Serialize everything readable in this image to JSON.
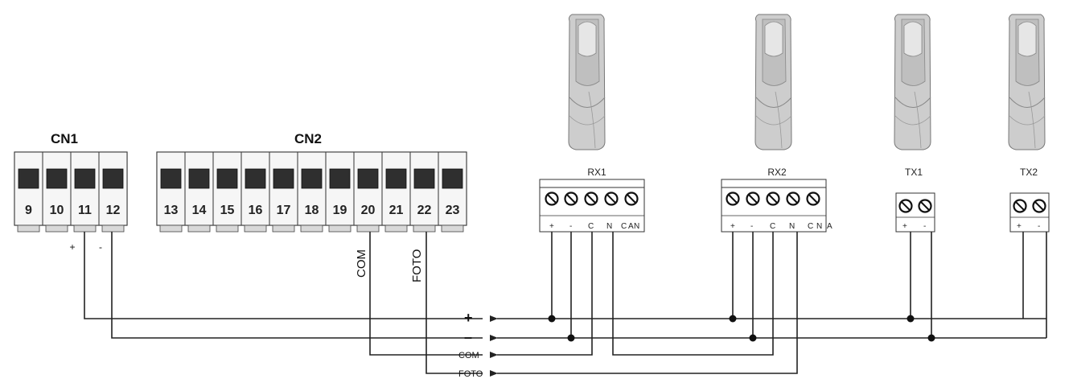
{
  "connectors": {
    "cn1": {
      "label": "CN1",
      "terminals": [
        "9",
        "10",
        "11",
        "12"
      ]
    },
    "cn2": {
      "label": "CN2",
      "terminals": [
        "13",
        "14",
        "15",
        "16",
        "17",
        "18",
        "19",
        "20",
        "21",
        "22",
        "23"
      ]
    }
  },
  "pin_labels": {
    "plus": "+",
    "minus": "-",
    "com": "COM",
    "foto": "FOTO"
  },
  "devices": {
    "rx1": {
      "label": "RX1",
      "terminals": [
        "+",
        "-",
        "C",
        "N",
        "C",
        "A",
        "N"
      ]
    },
    "rx2": {
      "label": "RX2",
      "terminals": [
        "+",
        "-",
        "C",
        "N",
        "C",
        "N",
        "A"
      ]
    },
    "tx1": {
      "label": "TX1",
      "terminals": [
        "+",
        "-"
      ]
    },
    "tx2": {
      "label": "TX2",
      "terminals": [
        "+",
        "-"
      ]
    }
  },
  "bus": {
    "plus": "+",
    "minus": "–",
    "com": "COM",
    "foto": "FOTO"
  },
  "colors": {
    "line": "#222222",
    "terminal_window": "#2f2f2f",
    "device_body": "#cfcfcf"
  }
}
